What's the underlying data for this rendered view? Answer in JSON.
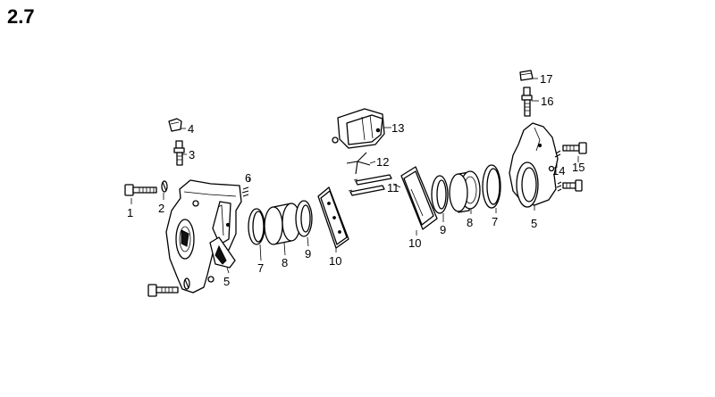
{
  "title": "2.7",
  "callouts": [
    {
      "id": "c1",
      "text": "1"
    },
    {
      "id": "c2",
      "text": "2"
    },
    {
      "id": "c3",
      "text": "3"
    },
    {
      "id": "c4",
      "text": "4"
    },
    {
      "id": "c5a",
      "text": "5"
    },
    {
      "id": "c6",
      "text": "6"
    },
    {
      "id": "c7a",
      "text": "7"
    },
    {
      "id": "c8a",
      "text": "8"
    },
    {
      "id": "c9a",
      "text": "9"
    },
    {
      "id": "c10a",
      "text": "10"
    },
    {
      "id": "c11",
      "text": "11"
    },
    {
      "id": "c12",
      "text": "12"
    },
    {
      "id": "c13",
      "text": "13"
    },
    {
      "id": "c10b",
      "text": "10"
    },
    {
      "id": "c9b",
      "text": "9"
    },
    {
      "id": "c8b",
      "text": "8"
    },
    {
      "id": "c7b",
      "text": "7"
    },
    {
      "id": "c5b",
      "text": "5"
    },
    {
      "id": "c14",
      "text": "14"
    },
    {
      "id": "c15",
      "text": "15"
    },
    {
      "id": "c16",
      "text": "16"
    },
    {
      "id": "c17",
      "text": "17"
    }
  ]
}
